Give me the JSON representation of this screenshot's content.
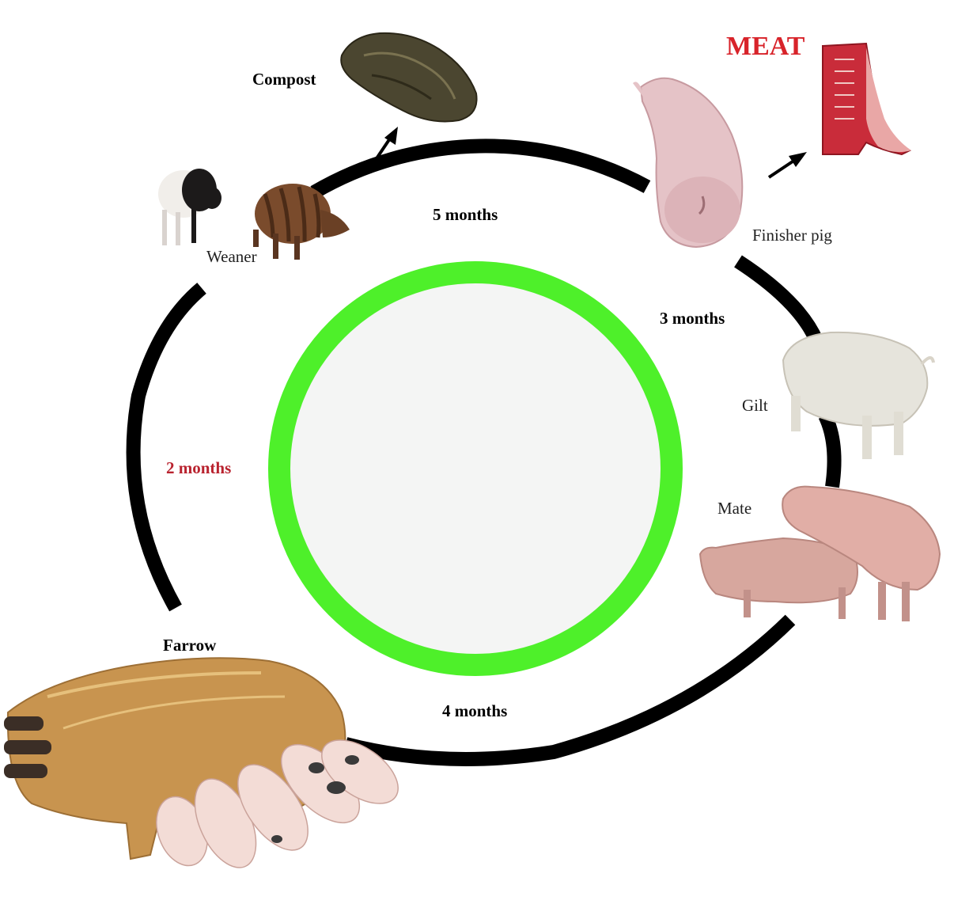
{
  "labels": {
    "compost": "Compost",
    "meat": "MEAT",
    "weaner": "Weaner",
    "finisher_pig": "Finisher pig",
    "gilt": "Gilt",
    "mate": "Mate",
    "farrow": "Farrow"
  },
  "durations": {
    "weaner_to_finisher": "5 months",
    "finisher_to_gilt": "3 months",
    "farrow_to_weaner": "2 months",
    "mate_to_farrow": "4 months"
  },
  "colors": {
    "cycle_ring": "#000000",
    "inner_ring": "#4ef02a",
    "inner_fill": "#f4f5f4",
    "meat_label": "#d8232a",
    "two_months_label": "#b9232f",
    "background": "#ffffff"
  },
  "icons": [
    "compost-image",
    "meat-carcass-image",
    "weaner-pig-image",
    "finisher-pig-image",
    "gilt-image",
    "mating-pigs-image",
    "sow-with-piglets-image"
  ]
}
